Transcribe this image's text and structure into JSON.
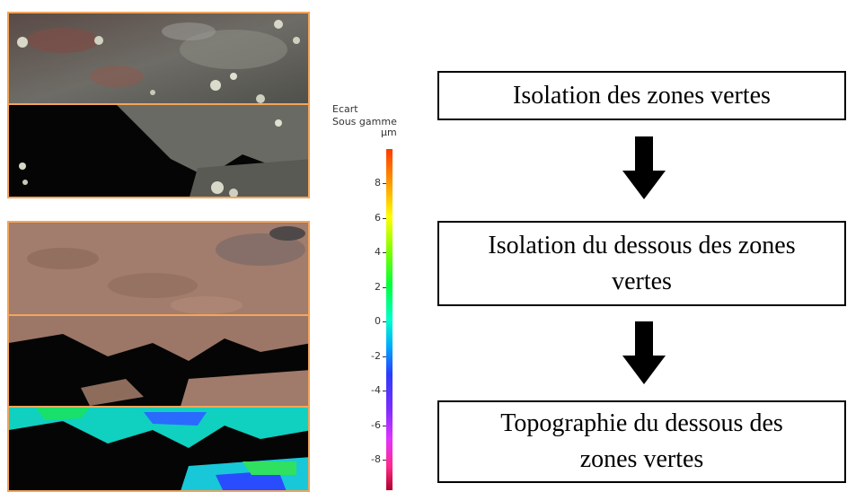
{
  "colorbar": {
    "title_line1": "Ecart",
    "title_line2": "Sous gamme",
    "unit": "µm",
    "ticks": [
      "8",
      "6",
      "4",
      "2",
      "0",
      "-2",
      "-4",
      "-6",
      "-8"
    ]
  },
  "flow": {
    "step1": "Isolation des zones vertes",
    "step2": "Isolation du dessous des zones vertes",
    "step3": "Topographie du dessous des zones vertes"
  }
}
